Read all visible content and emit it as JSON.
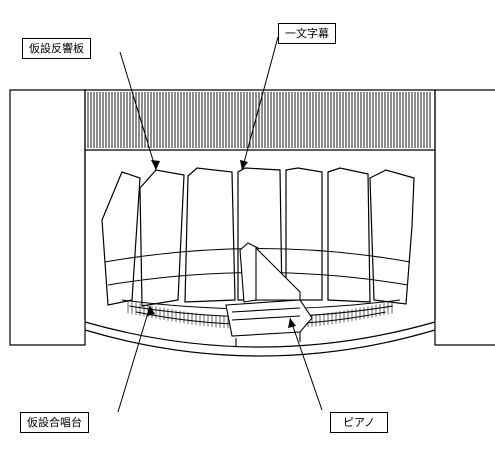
{
  "labels": {
    "reflector": "仮設反響板",
    "border_curtain": "一文字幕",
    "riser": "仮設合唱台",
    "piano": "ピアノ"
  },
  "colors": {
    "stroke": "#000000",
    "fill": "#ffffff"
  },
  "counts": {
    "reflector_panels": 7,
    "riser_tiers": 3
  }
}
